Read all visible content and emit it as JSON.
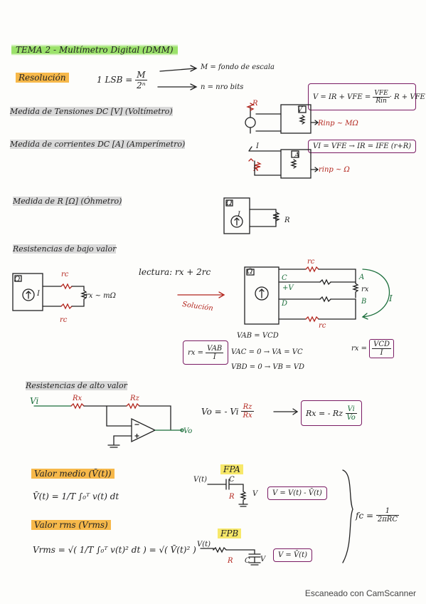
{
  "title": "TEMA 2 - Multímetro Digital (DMM)",
  "resolucion": {
    "label": "Resolución",
    "formula_lsb": "1 LSB =",
    "num": "M",
    "den": "2ⁿ",
    "m_def": "M = fondo de escala",
    "n_def": "n = nro bits"
  },
  "voltimetro": {
    "heading": "Medida de Tensiones DC [V] (Voltímetro)",
    "box_formula": "V = IR + VFE =",
    "box_num": "VFE",
    "box_den": "Rin",
    "box_tail": "· R + VFE",
    "rinp": "Rinp ~ MΩ",
    "meter_label": "V",
    "r_label": "R"
  },
  "amperimetro": {
    "heading": "Medida de corrientes DC [A] (Amperímetro)",
    "box_formula": "VI = VFE → IR = IFE (r+R)",
    "rinp": "rinp ~ Ω",
    "meter_label": "A",
    "r_label": "R",
    "i_label": "I"
  },
  "ohmetro": {
    "heading": "Medida de R [Ω] (Óhmetro)",
    "meter_label": "Ω",
    "i_label": "I",
    "r_label": "R"
  },
  "bajo_valor": {
    "heading": "Resistencias de bajo valor",
    "meter_label": "Ω",
    "i_label": "I",
    "rc_top": "rc",
    "rc_bot": "rc",
    "rx": "rx ~ mΩ",
    "lectura": "lectura: rx + 2rc",
    "solucion": "Solución",
    "kelvin_meter": "Ω",
    "a_label": "A",
    "b_label": "B",
    "c_label": "C",
    "d_label": "D",
    "v_label": "+V",
    "rx_label": "rx",
    "rc_label": "rc",
    "big_i": "I",
    "eq1": "VAB = VCD",
    "eq2": "VAC = 0 → VA = VC",
    "eq3": "VBD = 0 → VB = VD",
    "box_left_lhs": "rx =",
    "box_left_num": "VAB",
    "box_left_den": "I",
    "right_lhs": "rx =",
    "right_num": "VCD",
    "right_den": "I"
  },
  "alto_valor": {
    "heading": "Resistencias de alto valor",
    "vi": "Vi",
    "rx": "Rx",
    "rz": "Rz",
    "vo": "Vo",
    "eq": "Vo = - Vi",
    "eq_num": "Rz",
    "eq_den": "Rx",
    "box_lhs": "Rx = - Rz",
    "box_num": "Vi",
    "box_den": "Vo"
  },
  "valor_medio": {
    "heading": "Valor medio (V̄(t))",
    "formula": "V̄(t) = 1/T ∫₀ᵀ v(t) dt"
  },
  "valor_rms": {
    "heading": "Valor rms (Vrms)",
    "formula": "Vrms = √( 1/T ∫₀ᵀ v(t)² dt ) = √( V̄(t)² )"
  },
  "fpa": {
    "label": "FPA",
    "vt": "V(t)",
    "c": "C",
    "r": "R",
    "v": "V",
    "box": "V = V(t) - V̄(t)"
  },
  "fpb": {
    "label": "FPB",
    "vt": "V(t)",
    "r": "R",
    "c": "C",
    "v": "V",
    "box": "V = V̄(t)"
  },
  "fc": {
    "lhs": "fc =",
    "num": "1",
    "den": "2πRC"
  },
  "watermark": "Escaneado con CamScanner"
}
